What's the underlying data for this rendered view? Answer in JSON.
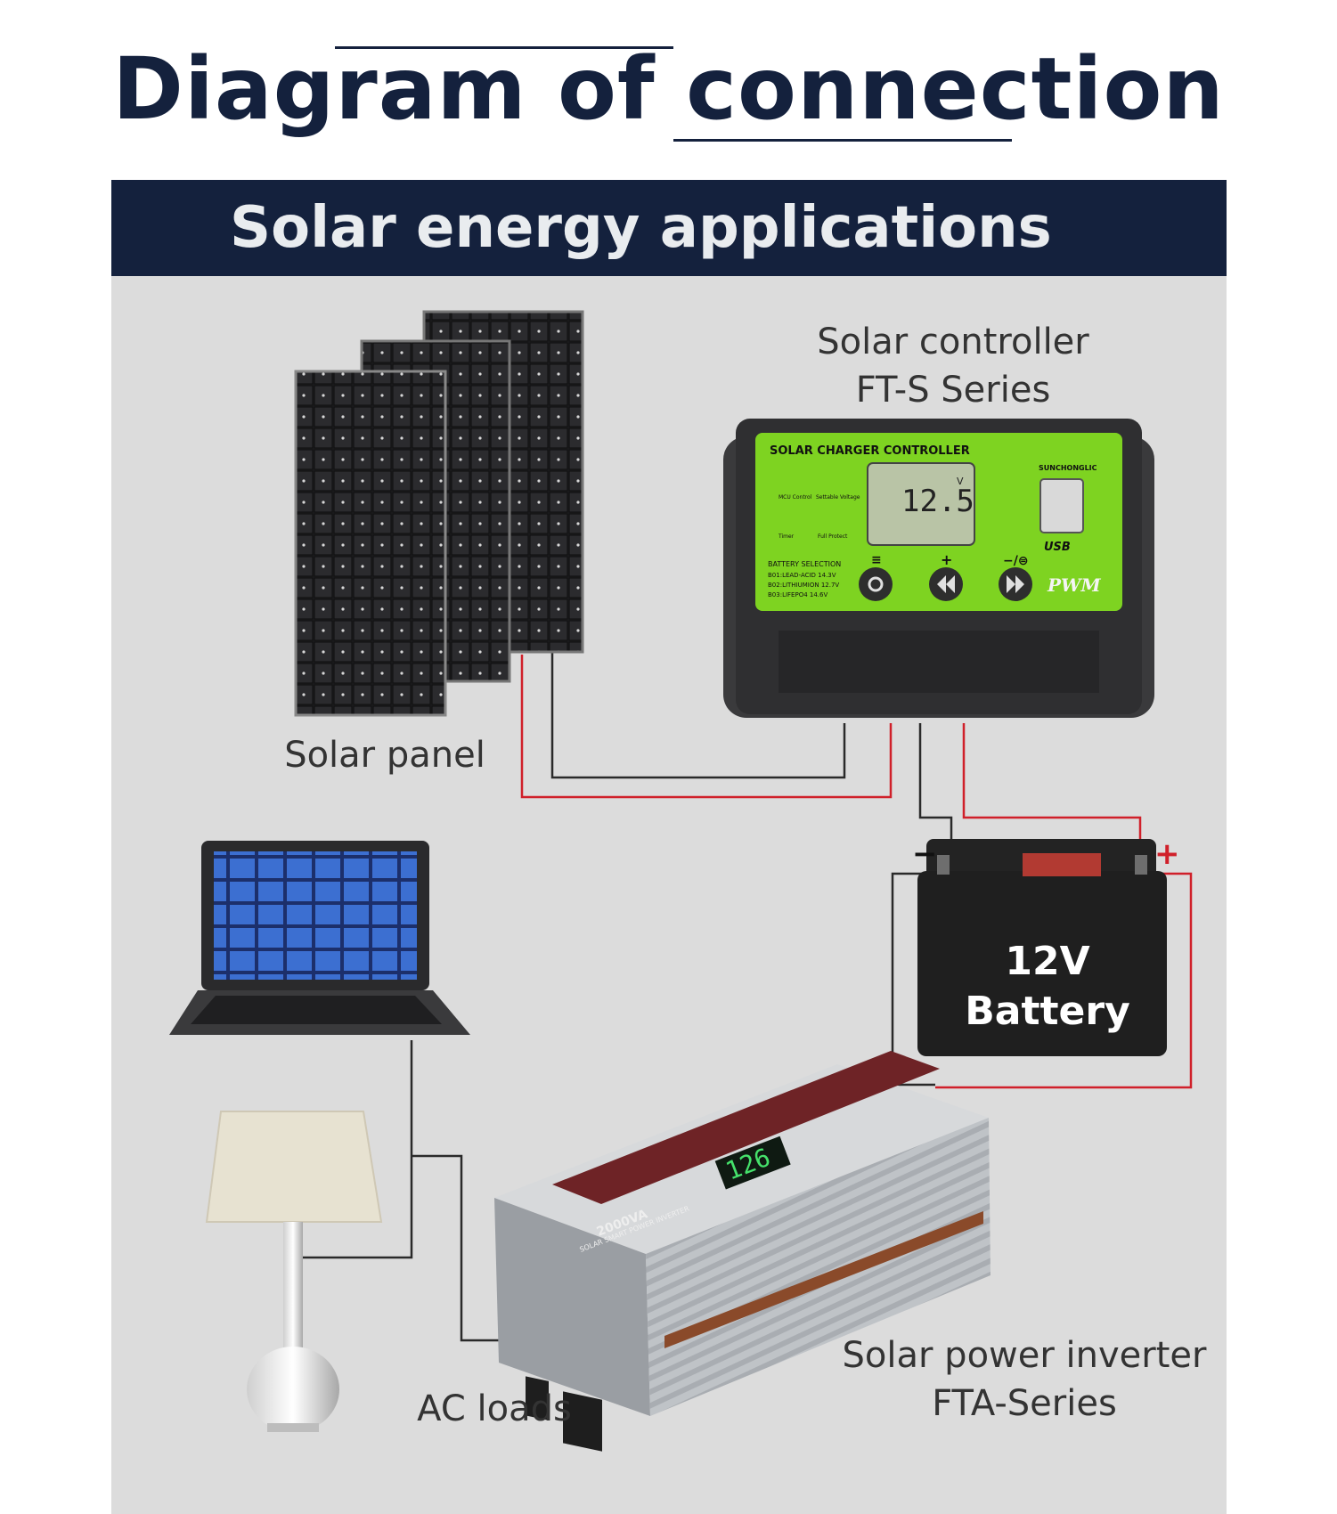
{
  "title": "Diagram of connection",
  "banner": "Solar energy applications",
  "labels": {
    "solar_panel": "Solar panel",
    "controller_line1": "Solar controller",
    "controller_line2": "FT-S Series",
    "battery": "12V Battery",
    "ac_loads": "AC loads",
    "inverter_line1": "Solar power inverter",
    "inverter_line2": "FTA-Series"
  },
  "controller_panel": {
    "header": "SOLAR CHARGER CONTROLLER",
    "brand": "SUNCHONGLIC",
    "display": "12.5",
    "display_unit": "V",
    "mcu": "MCU Control",
    "settable": "Settable Voltage",
    "timer": "Timer",
    "protect": "Full Protect",
    "battery_selection": "BATTERY SELECTION",
    "b01": "B01:LEAD-ACID 14.3V",
    "b02": "B02:LITHIUMION 12.7V",
    "b03": "B03:LIFEPO4 14.6V",
    "usb": "USB",
    "pwm": "PWM",
    "plus": "+",
    "minus": "−/⊜",
    "menu": "≡"
  },
  "inverter_panel": {
    "display": "126",
    "rating": "2000VA",
    "name": "SOLAR SMART POWER INVERTER"
  },
  "terminals": {
    "negative": "−",
    "positive": "+"
  },
  "colors": {
    "navy": "#14213d",
    "wire_red": "#d0202a",
    "wire_black": "#2a2a2a",
    "controller_green": "#7ed321"
  }
}
